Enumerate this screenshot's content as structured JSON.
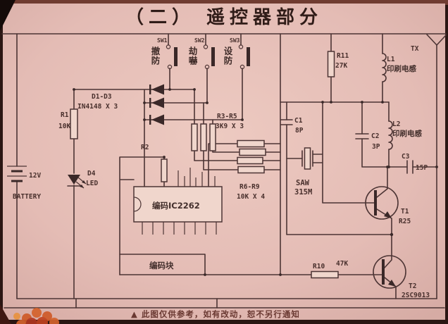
{
  "title": "（二）  遥控器部分",
  "caption": "▲ 此图仅供参考，如有改动，恕不另行通知",
  "colors": {
    "paper": "#e4bdb6",
    "ink": "#4c3434",
    "photo_edge": "#2b1613",
    "emblem_orange": "#cf5a28"
  },
  "switches": [
    {
      "id": "SW1",
      "function": "撤防"
    },
    {
      "id": "SW2",
      "function": "劫嚇"
    },
    {
      "id": "SW3",
      "function": "设防"
    }
  ],
  "components": {
    "battery": {
      "voltage": "12V",
      "label": "BATTERY"
    },
    "r1": {
      "id": "R1",
      "value": "10K"
    },
    "r2": {
      "id": "R2"
    },
    "r3_r5": {
      "id": "R3-R5",
      "value": "3K9 X 3"
    },
    "r6_r9": {
      "id": "R6-R9",
      "value": "10K X 4"
    },
    "r10": {
      "id": "R10",
      "value": "47K"
    },
    "r11": {
      "id": "R11",
      "value": "27K"
    },
    "d1_d3": {
      "id": "D1-D3",
      "value": "IN4148 X 3"
    },
    "d4": {
      "id": "D4",
      "value": "LED"
    },
    "ic": {
      "label": "编码IC2262"
    },
    "block": {
      "label": "编码块"
    },
    "c1": {
      "id": "C1",
      "value": "8P"
    },
    "c2": {
      "id": "C2",
      "value": "3P"
    },
    "c3": {
      "id": "C3",
      "value": "15P"
    },
    "l1": {
      "id": "L1",
      "type": "印刷电感"
    },
    "l2": {
      "id": "L2",
      "type": "印刷电感"
    },
    "saw": {
      "id": "SAW",
      "value": "315M"
    },
    "t1": {
      "id": "T1",
      "value": "R25"
    },
    "t2": {
      "id": "T2",
      "value": "2SC9013"
    },
    "antenna": {
      "label": "TX"
    }
  }
}
